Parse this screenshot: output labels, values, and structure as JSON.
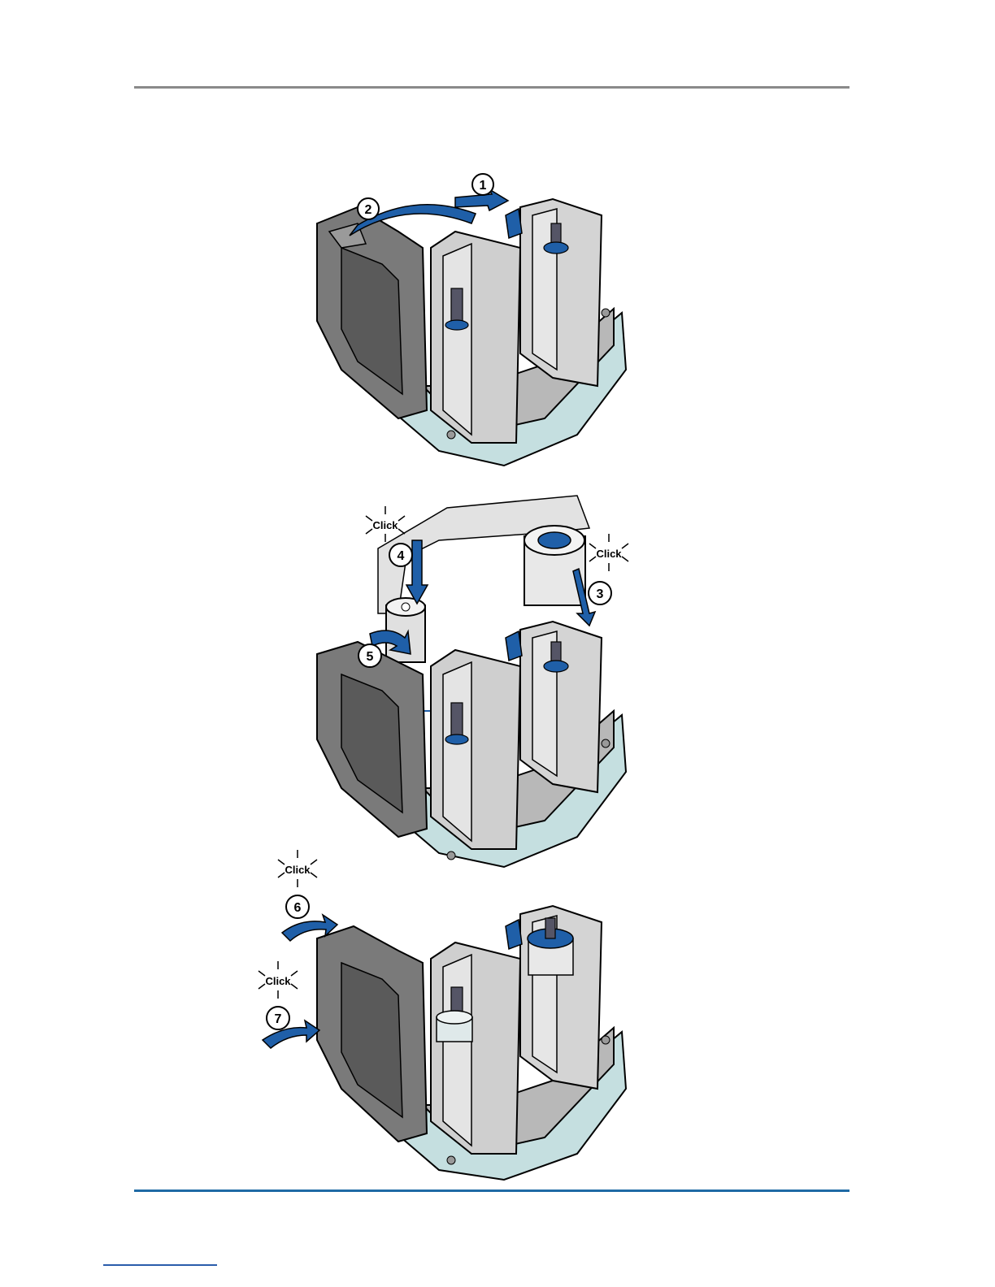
{
  "steps": [
    {
      "number": "1"
    },
    {
      "number": "2"
    },
    {
      "number": "3"
    },
    {
      "number": "4"
    },
    {
      "number": "5"
    },
    {
      "number": "6"
    },
    {
      "number": "7"
    }
  ],
  "click_label": "Click",
  "colors": {
    "arrow_blue": "#1f5fa8",
    "frame_gray": "#c9c9c9",
    "door_gray": "#7a7a7a",
    "base_teal": "#c5dfe0",
    "top_rule": "#8a8a8a",
    "bottom_rule": "#1f6aa5"
  }
}
